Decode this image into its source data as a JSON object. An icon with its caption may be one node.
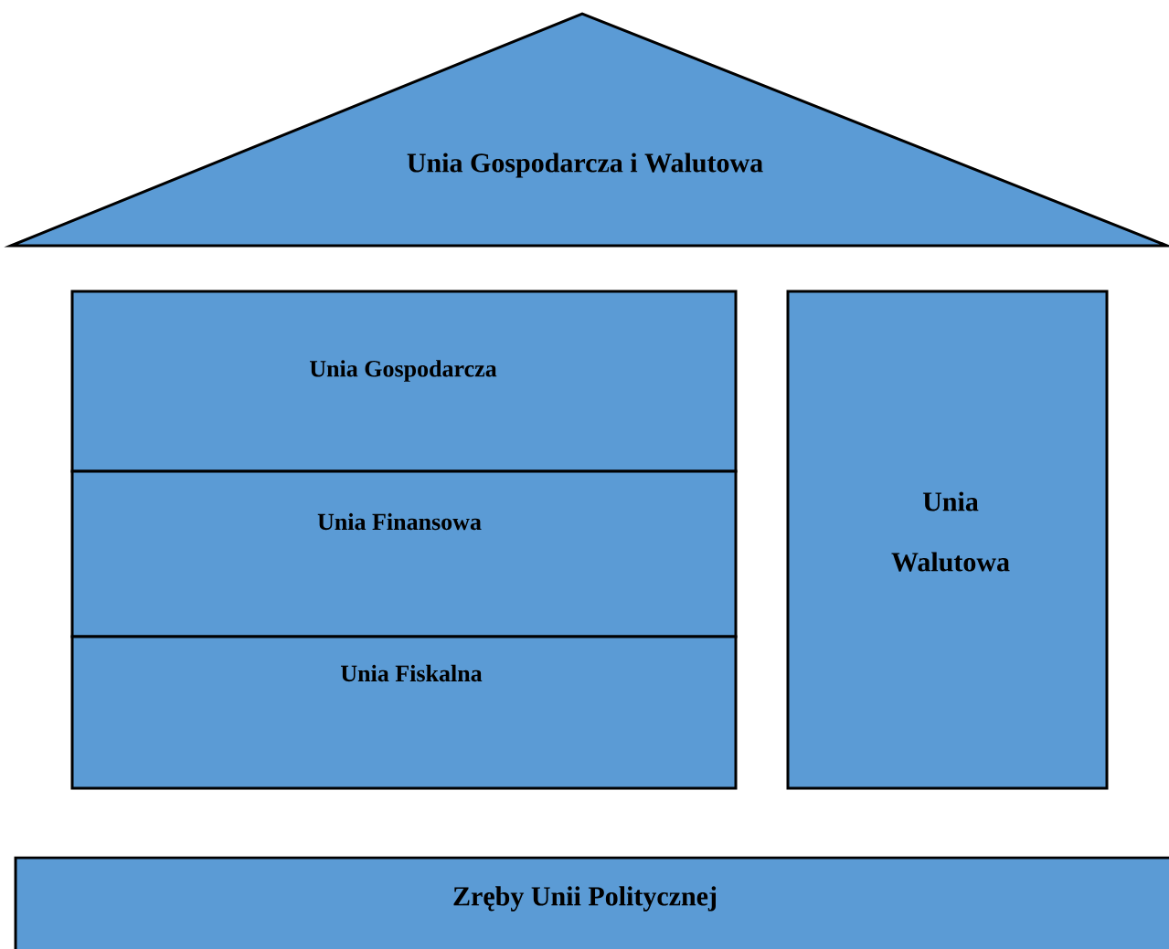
{
  "diagram": {
    "nodes": [
      {
        "text": [
          "Unia Gospodarcza i Walutowa"
        ]
      },
      {
        "text": [
          "Unia Gospodarcza"
        ]
      },
      {
        "text": [
          "Unia Finansowa"
        ]
      },
      {
        "text": [
          "Unia Fiskalna"
        ]
      },
      {
        "text": [
          "Unia Walutowa"
        ]
      },
      {
        "text": [
          "Zręby Unii Politycznej"
        ]
      }
    ]
  }
}
